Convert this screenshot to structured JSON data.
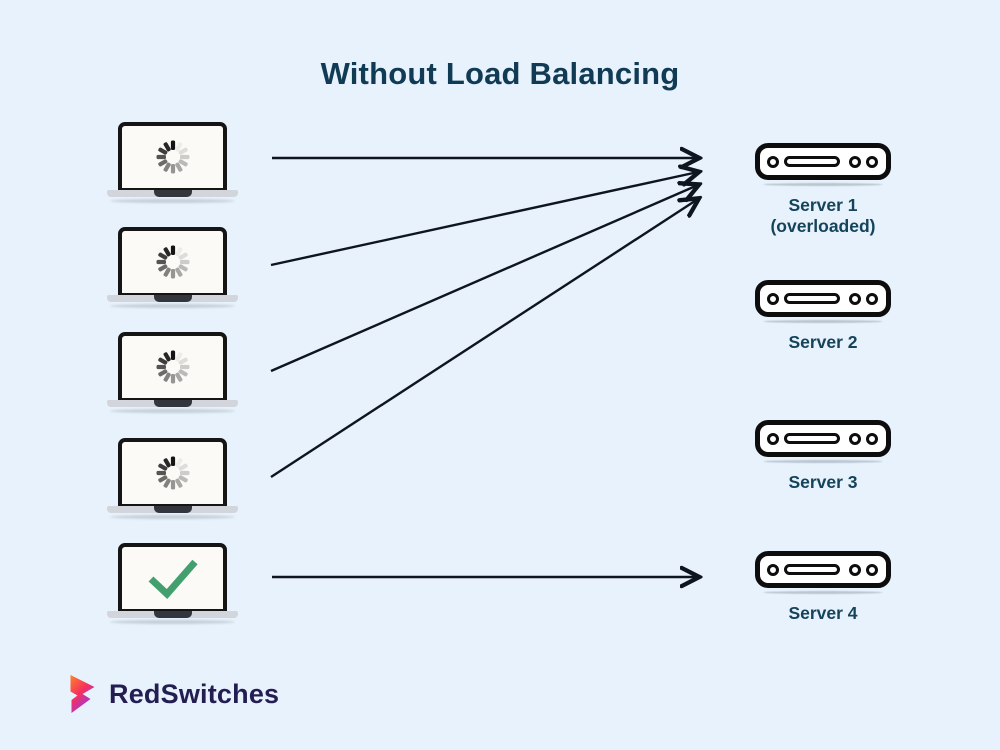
{
  "title": "Without Load Balancing",
  "diagram": {
    "clients": [
      {
        "status": "loading"
      },
      {
        "status": "loading"
      },
      {
        "status": "loading"
      },
      {
        "status": "loading"
      },
      {
        "status": "success"
      }
    ],
    "servers": [
      {
        "label": "Server 1",
        "sublabel": "(overloaded)"
      },
      {
        "label": "Server 2",
        "sublabel": ""
      },
      {
        "label": "Server 3",
        "sublabel": ""
      },
      {
        "label": "Server 4",
        "sublabel": ""
      }
    ],
    "connections": [
      {
        "from": "client-1",
        "to": "server-1"
      },
      {
        "from": "client-2",
        "to": "server-1"
      },
      {
        "from": "client-3",
        "to": "server-1"
      },
      {
        "from": "client-4",
        "to": "server-1"
      },
      {
        "from": "client-5",
        "to": "server-4"
      }
    ]
  },
  "branding": {
    "name": "RedSwitches"
  },
  "colors": {
    "background": "#e7f2fc",
    "title": "#113b54",
    "server_label": "#14435a",
    "arrow": "#0e1520",
    "device_outline": "#0d0d0d",
    "check_green": "#43a06e",
    "logo_text": "#241d52",
    "logo_gradient_top": "#ff7b2f",
    "logo_gradient_mid": "#f5315d",
    "logo_gradient_bottom": "#8a36ff"
  }
}
